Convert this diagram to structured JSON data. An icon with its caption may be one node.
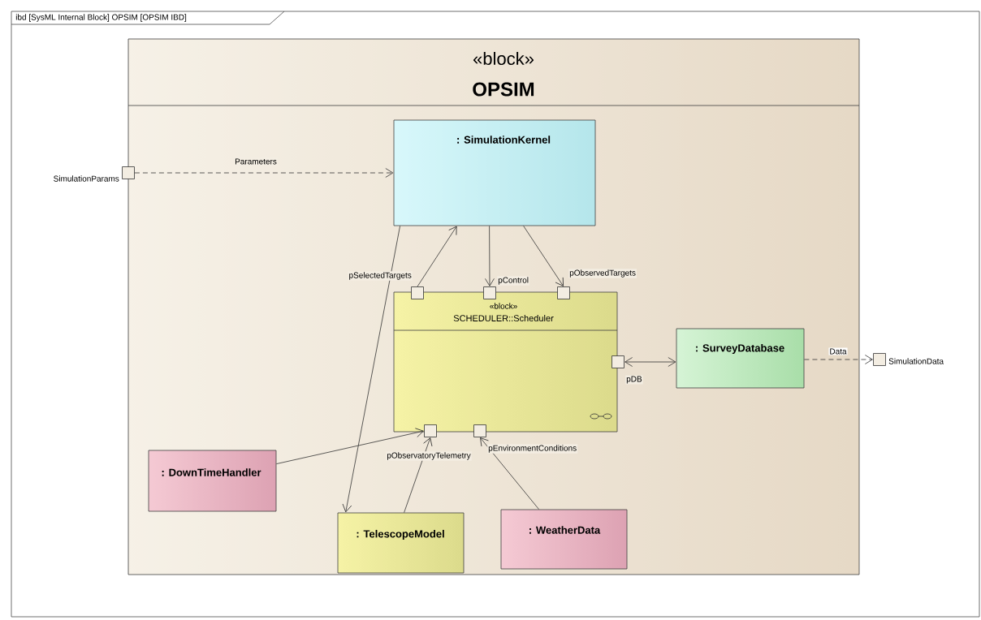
{
  "diagram": {
    "nodes": [
      {
        "text": [
          "ibd [SysML Internal Block] OPSIM [OPSIM IBD]"
        ]
      },
      {
        "text": [
          "«block»",
          "OPSIM"
        ],
        "in": 0
      },
      {
        "text": [],
        "shape": "box",
        "beside": [
          "SimulationParams"
        ],
        "in": 0
      },
      {
        "text": [
          ": SimulationKernel"
        ],
        "in": 1
      },
      {
        "text": [
          "«block»",
          "SCHEDULER::Scheduler"
        ],
        "in": 1
      },
      {
        "text": [],
        "shape": "box",
        "beside": [
          "pSelectedTargets"
        ],
        "in": 1
      },
      {
        "text": [],
        "shape": "box",
        "beside": [
          "pControl"
        ],
        "in": 1
      },
      {
        "text": [],
        "shape": "box",
        "beside": [
          "pObservedTargets"
        ],
        "in": 1
      },
      {
        "text": [],
        "shape": "box",
        "beside": [
          "pDB"
        ],
        "in": 1
      },
      {
        "text": [],
        "shape": "box",
        "beside": [
          "pObservatoryTelemetry"
        ],
        "in": 1
      },
      {
        "text": [],
        "shape": "box",
        "beside": [
          "pEnvironmentConditions"
        ],
        "in": 1
      },
      {
        "text": [
          ": SurveyDatabase"
        ],
        "in": 1
      },
      {
        "text": [],
        "shape": "box",
        "beside": [
          "SimulationData"
        ],
        "in": 0
      },
      {
        "text": [
          ": DownTimeHandler"
        ],
        "in": 1
      },
      {
        "text": [
          ": TelescopeModel"
        ],
        "in": 1
      },
      {
        "text": [
          ": WeatherData"
        ],
        "in": 1
      }
    ],
    "edges": [
      {
        "from": 2,
        "to": 3,
        "arrow": "to",
        "label": "Parameters",
        "style": "dashed"
      },
      {
        "from": 5,
        "to": 3,
        "arrow": "to"
      },
      {
        "from": 3,
        "to": 6,
        "arrow": "to"
      },
      {
        "from": 3,
        "to": 7,
        "arrow": "to"
      },
      {
        "from": 3,
        "to": 14,
        "arrow": "to"
      },
      {
        "from": 8,
        "to": 11,
        "arrow": "both"
      },
      {
        "from": 11,
        "to": 12,
        "arrow": "to",
        "label": "Data",
        "style": "dashed"
      },
      {
        "from": 13,
        "to": 9,
        "arrow": "to"
      },
      {
        "from": 14,
        "to": 9,
        "arrow": "to"
      },
      {
        "from": 15,
        "to": 10,
        "arrow": "to"
      }
    ]
  }
}
